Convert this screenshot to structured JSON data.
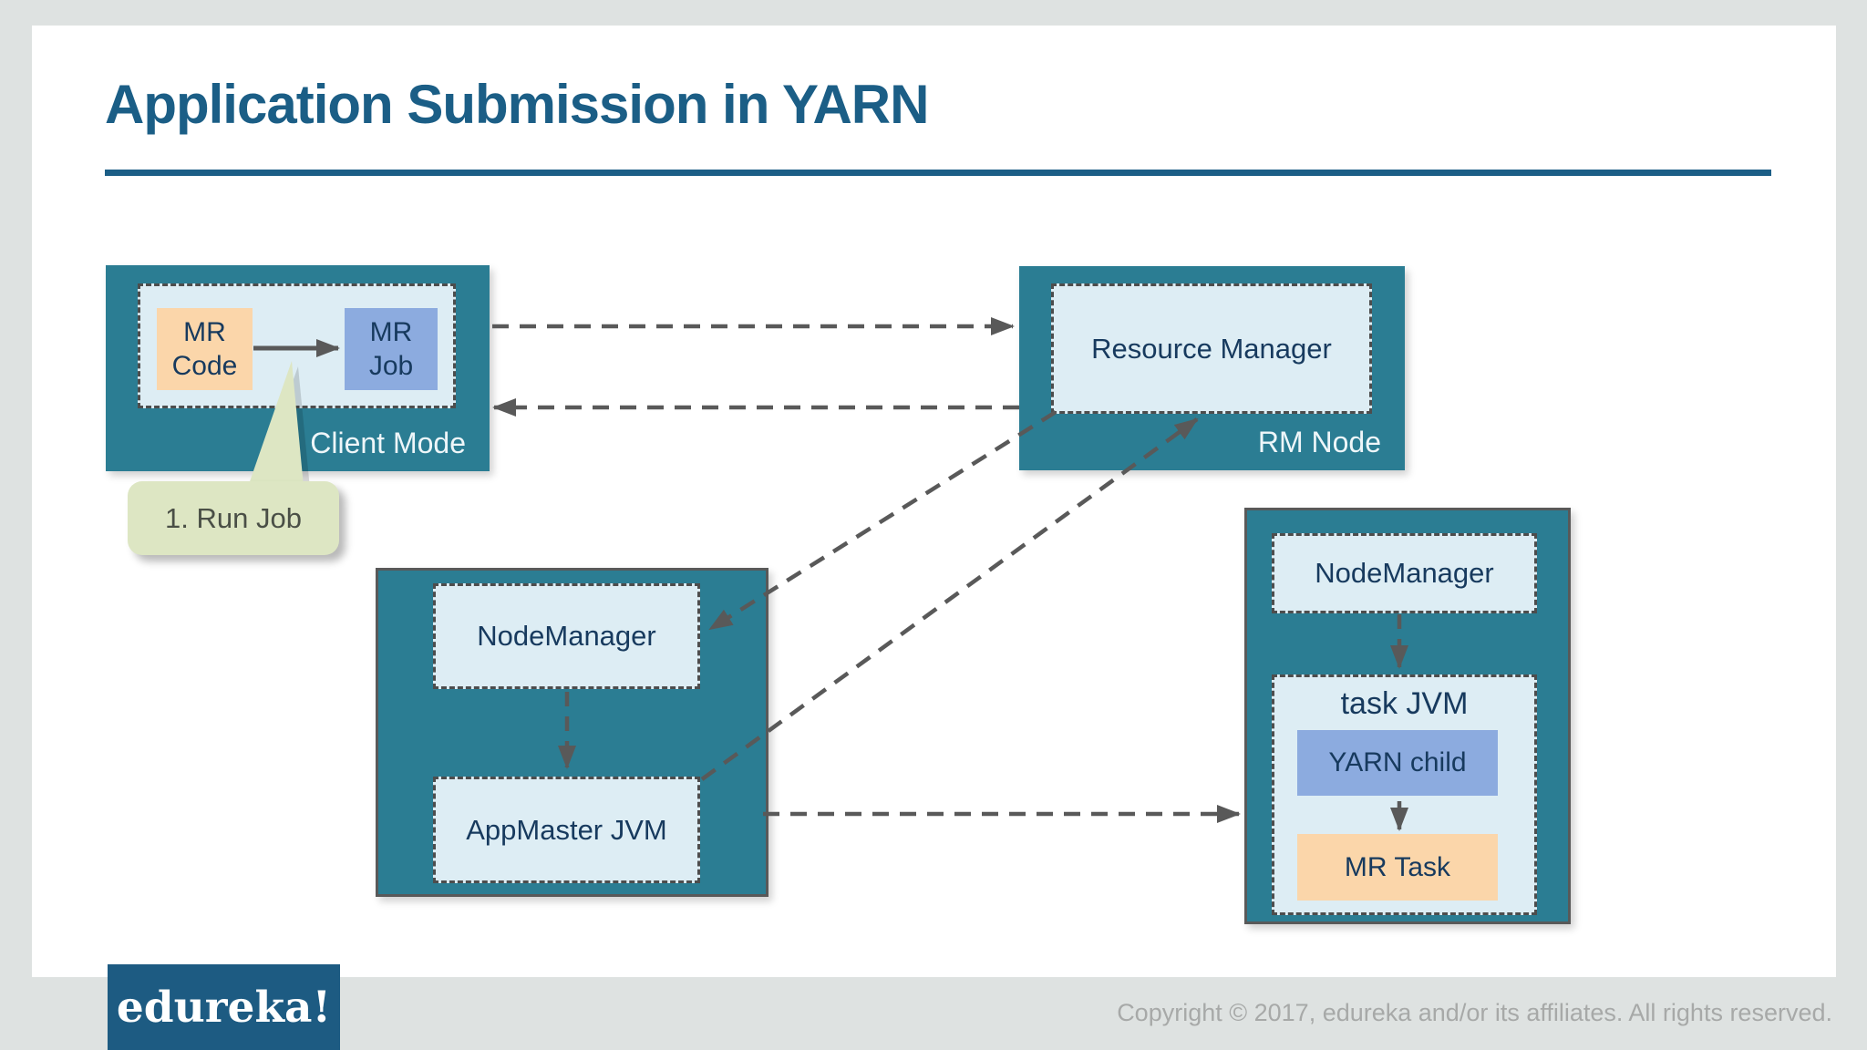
{
  "slide": {
    "title": "Application Submission in YARN",
    "callout": "1. Run Job",
    "client_node": {
      "mr_code": "MR Code",
      "mr_job": "MR Job",
      "label": "Client Mode"
    },
    "rm_node": {
      "resource_manager": "Resource Manager",
      "label": "RM Node"
    },
    "app_node": {
      "nodemanager": "NodeManager",
      "appmaster_jvm": "AppMaster JVM"
    },
    "task_node": {
      "nodemanager": "NodeManager",
      "task_jvm": "task JVM",
      "yarn_child": "YARN child",
      "mr_task": "MR Task"
    }
  },
  "footer": {
    "logo": "edureka!",
    "copyright": "Copyright © 2017, edureka and/or its affiliates. All rights reserved."
  },
  "colors": {
    "teal_node": "#2b7d93",
    "panel_light_blue": "#ddedf4",
    "chip_orange": "#fbd6aa",
    "chip_blue": "#8cabdf",
    "callout_green": "#dde6c3",
    "arrow_gray": "#595959",
    "title_blue": "#1b5e86",
    "text_navy": "#173a5e",
    "logo_blue": "#1d5b82",
    "page_gray": "#dee2e1",
    "copyright_gray": "#a7a9a8"
  }
}
